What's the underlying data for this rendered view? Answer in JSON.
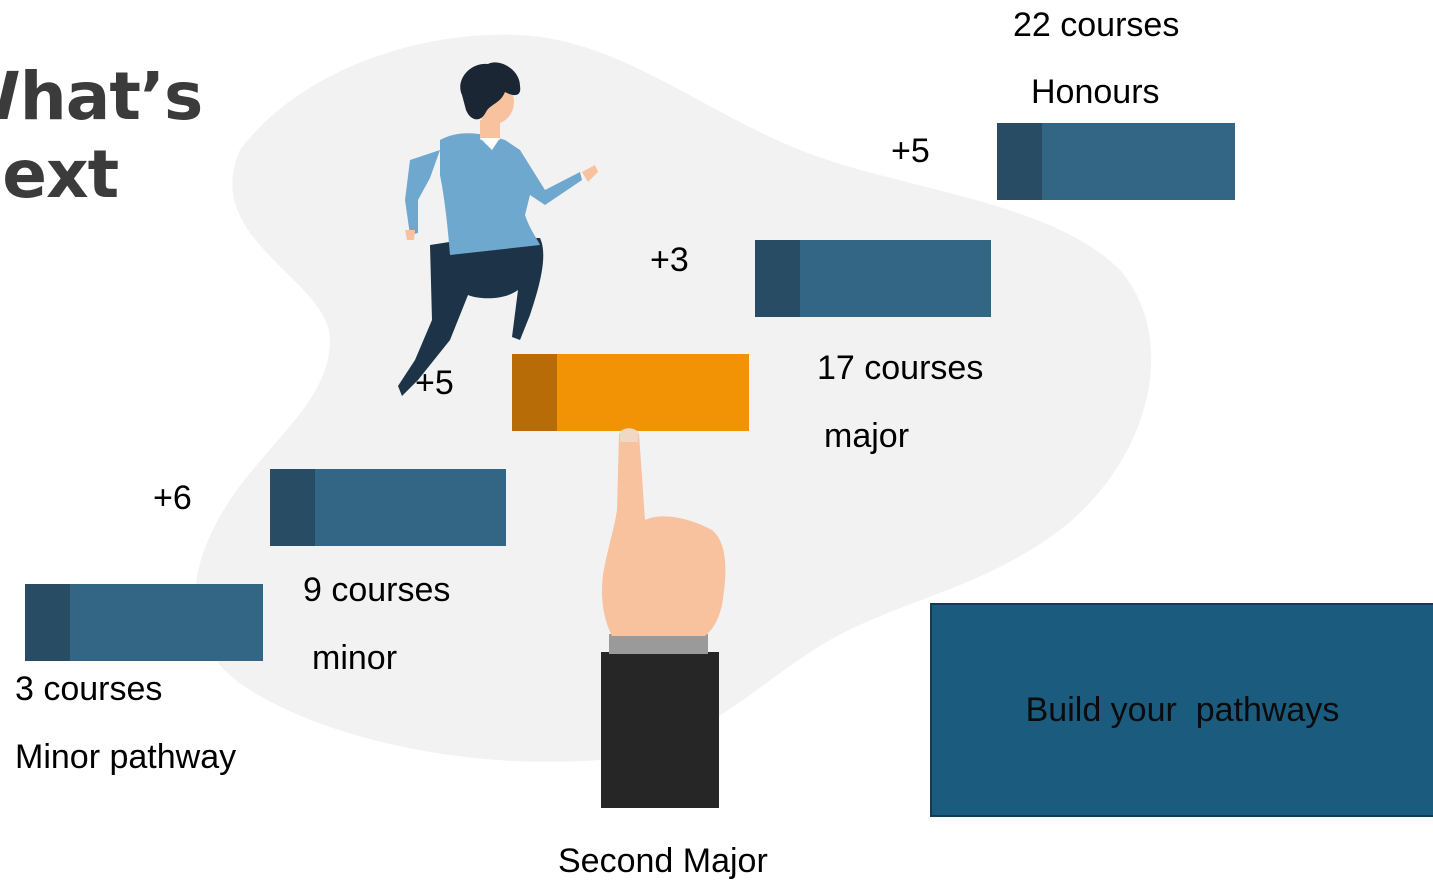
{
  "heading": {
    "line1": "What’s",
    "line2": "Next"
  },
  "steps": [
    {
      "increment": "",
      "count": "3 courses",
      "name": "Minor pathway"
    },
    {
      "increment": "+6",
      "count": "9 courses",
      "name": "minor"
    },
    {
      "increment": "+5",
      "count": "",
      "name": "Second Major"
    },
    {
      "increment": "+3",
      "count": "17 courses",
      "name": "major"
    },
    {
      "increment": "+5",
      "count": "22 courses",
      "name": "Honours"
    }
  ],
  "cta": {
    "label": "Build your  pathways"
  },
  "colors": {
    "step_blue": "#326684",
    "step_blue_cap": "#274c63",
    "step_orange": "#f29306",
    "step_orange_cap": "#b86c08",
    "cta_background": "#1a5b7e",
    "backdrop_blob": "#f2f2f2"
  },
  "icons": [
    "running-person-icon",
    "pointing-hand-icon"
  ]
}
